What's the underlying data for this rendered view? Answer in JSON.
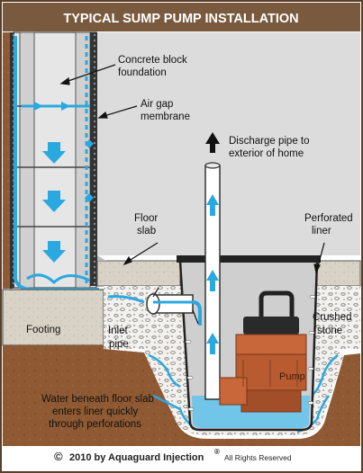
{
  "title": "TYPICAL SUMP PUMP INSTALLATION",
  "labels": {
    "concrete_block_1": "Concrete block",
    "concrete_block_2": "foundation",
    "air_gap_1": "Air gap",
    "air_gap_2": "membrane",
    "discharge_1": "Discharge pipe to",
    "discharge_2": "exterior of home",
    "floor_slab_1": "Floor",
    "floor_slab_2": "slab",
    "perforated_1": "Perforated",
    "perforated_2": "liner",
    "footing": "Footing",
    "inlet_1": "Inlet",
    "inlet_2": "pipe",
    "crushed_1": "Crushed",
    "crushed_2": "stone",
    "pump": "Pump",
    "water_1": "Water beneath floor slab",
    "water_2": "enters liner quickly",
    "water_3": "through perforations"
  },
  "copyright": {
    "symbol": "©",
    "text": "2010 by Aquaguard Injection",
    "reg": "®",
    "rights": "All Rights Reserved"
  },
  "colors": {
    "title_bar": "#7a5a3e",
    "wall_gray": "#dcdcdc",
    "soil_brown": "#8f5a33",
    "soil_light": "#c7a07c",
    "concrete": "#d9d3c7",
    "water_blue": "#2aa8e0",
    "pump_orange": "#c8683a",
    "liner_gray": "#cfcfcf"
  }
}
